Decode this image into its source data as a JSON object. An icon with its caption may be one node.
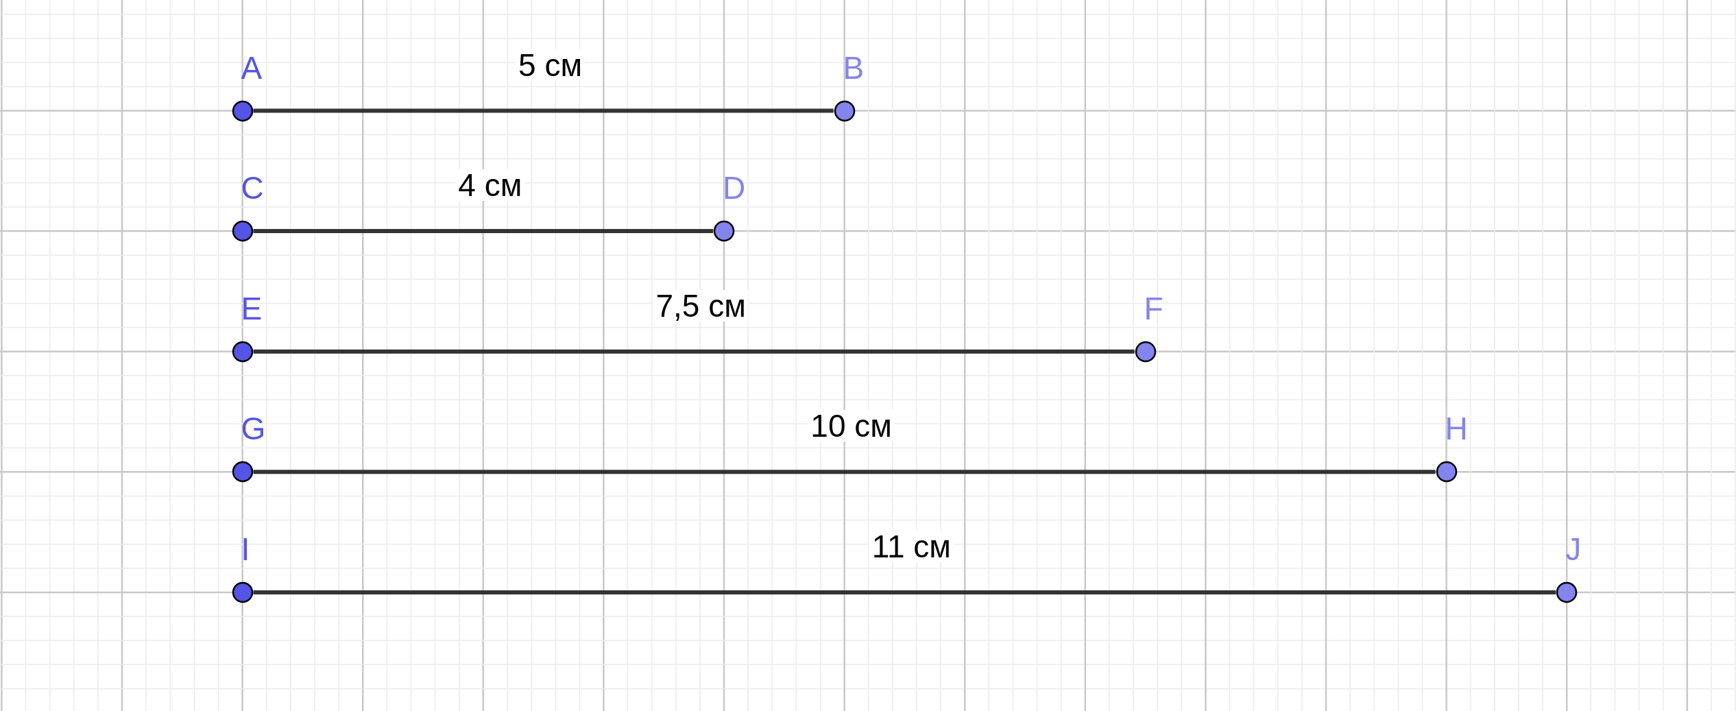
{
  "diagram": {
    "nodes": [
      {
        "text": [
          "A"
        ]
      },
      {
        "text": [
          "B"
        ]
      },
      {
        "text": [
          "C"
        ]
      },
      {
        "text": [
          "D"
        ]
      },
      {
        "text": [
          "E"
        ]
      },
      {
        "text": [
          "F"
        ]
      },
      {
        "text": [
          "G"
        ]
      },
      {
        "text": [
          "H"
        ]
      },
      {
        "text": [
          "I"
        ]
      },
      {
        "text": [
          "J"
        ]
      }
    ],
    "edges": [
      {
        "from": 0,
        "to": 1,
        "arrow": "none",
        "label": "5 см"
      },
      {
        "from": 2,
        "to": 3,
        "arrow": "none",
        "label": "4 см"
      },
      {
        "from": 4,
        "to": 5,
        "arrow": "none",
        "label": "7,5 см"
      },
      {
        "from": 6,
        "to": 7,
        "arrow": "none",
        "label": "10 см"
      },
      {
        "from": 8,
        "to": 9,
        "arrow": "none",
        "label": "11 см"
      }
    ]
  }
}
